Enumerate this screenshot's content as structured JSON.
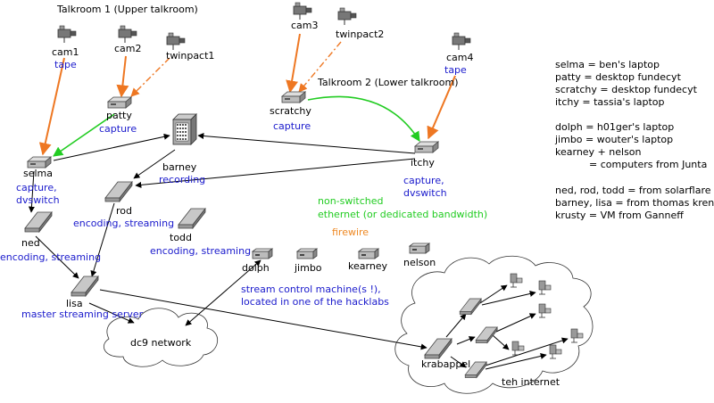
{
  "rooms": {
    "upper": "Talkroom 1 (Upper talkroom)",
    "lower": "Talkroom 2 (Lower talkroom)"
  },
  "cameras": {
    "cam1": "cam1",
    "cam2": "cam2",
    "twinpact1": "twinpact1",
    "cam3": "cam3",
    "twinpact2": "twinpact2",
    "cam4": "cam4",
    "tape1": "tape",
    "tape4": "tape"
  },
  "nodes": {
    "patty": {
      "name": "patty",
      "role": "capture"
    },
    "scratchy": {
      "name": "scratchy",
      "role": "capture"
    },
    "selma": {
      "name": "selma",
      "role_line1": "capture,",
      "role_line2": "dvswitch"
    },
    "itchy": {
      "name": "itchy",
      "role_line1": "capture,",
      "role_line2": "dvswitch"
    },
    "barney": {
      "name": "barney",
      "role": "recording"
    },
    "rod": {
      "name": "rod",
      "role": "encoding, streaming"
    },
    "ned": {
      "name": "ned",
      "role": "encoding, streaming"
    },
    "todd": {
      "name": "todd",
      "role": "encoding, streaming"
    },
    "lisa": {
      "name": "lisa",
      "role": "master streaming server"
    },
    "dolph": {
      "name": "dolph"
    },
    "jimbo": {
      "name": "jimbo"
    },
    "kearney": {
      "name": "kearney"
    },
    "nelson": {
      "name": "nelson"
    },
    "krabappel": {
      "name": "krabappel"
    }
  },
  "clouds": {
    "dc9": "dc9 network",
    "internet": "teh internet"
  },
  "notes": {
    "green": "non-switched",
    "green2": "ethernet (or dedicated bandwidth)",
    "orange": "firewire",
    "stream_control1": "stream control machine(s !),",
    "stream_control2": "located in one of the hacklabs"
  },
  "legend": {
    "l1": "selma = ben's laptop",
    "l2": "patty = desktop fundecyt",
    "l3": "scratchy = desktop fundecyt",
    "l4": "itchy = tassia's laptop",
    "l5": "dolph = h01ger's laptop",
    "l6": "jimbo = wouter's laptop",
    "l7": "kearney + nelson",
    "l8": "= computers from Junta",
    "l9": "ned, rod, todd = from solarflare",
    "l10": "barney, lisa = from thomas krenn",
    "l11": "krusty = VM from Ganneff"
  },
  "colors": {
    "firewire": "#ee7722",
    "ethernet": "#22cc22",
    "link": "#000000",
    "role_text": "#1a1acc"
  }
}
